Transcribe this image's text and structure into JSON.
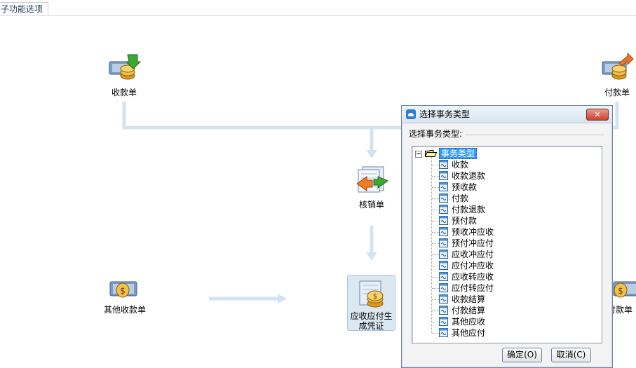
{
  "tab": {
    "label": "子功能选项"
  },
  "nodes": {
    "receipt": "收款单",
    "payment": "付款单",
    "writeoff": "核销单",
    "other_receipt": "其他收款单",
    "other_payment": "付款单",
    "voucher": "应收应付生成凭证"
  },
  "dialog": {
    "title": "选择事务类型",
    "group_label": "选择事务类型:",
    "tree_root": "事务类型",
    "tree_items": [
      "收款",
      "收款退款",
      "预收款",
      "付款",
      "付款退款",
      "预付款",
      "预收冲应收",
      "预付冲应付",
      "应收冲应付",
      "应付冲应收",
      "应收转应收",
      "应付转应付",
      "收款结算",
      "付款结算",
      "其他应收",
      "其他应付"
    ],
    "ok_label": "确定(O)",
    "cancel_label": "取消(C)",
    "close_symbol": "✕"
  },
  "colors": {
    "connector": "#d4e3f0",
    "selection": "#3399ff",
    "close_button": "#c9402c"
  }
}
